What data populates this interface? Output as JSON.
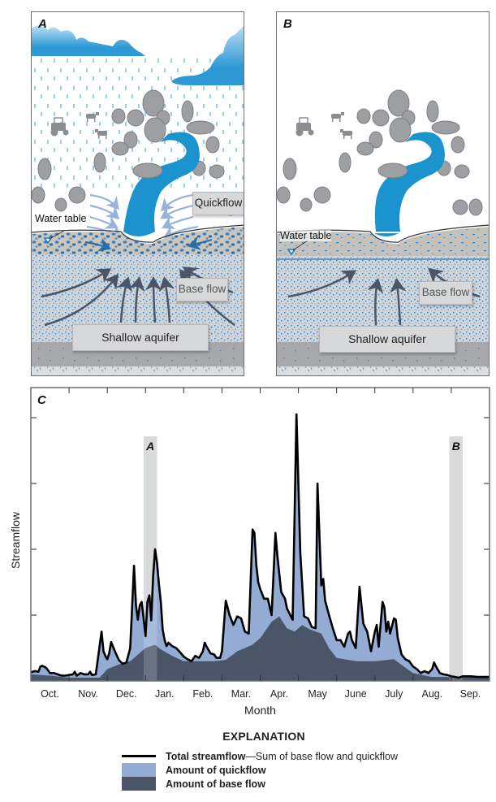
{
  "panels": {
    "A": {
      "letter": "A",
      "labels": {
        "water_table": "Water table",
        "quickflow": "Quickflow",
        "base_flow": "Base flow",
        "aquifer": "Shallow aquifer"
      },
      "rain": true
    },
    "B": {
      "letter": "B",
      "labels": {
        "water_table": "Water table",
        "base_flow": "Base flow",
        "aquifer": "Shallow aquifer"
      },
      "rain": false
    }
  },
  "colors": {
    "stream": "#1b93cf",
    "cloud": "#2d9ad6",
    "quickflow_fill": "#94acd4",
    "baseflow_fill": "#4a5568",
    "total_line": "#000000",
    "highlight_band": "#d1d3d4",
    "soil_top": "#c4c0ba",
    "aquifer": "#cfd3d6",
    "bedrock": "#a7a9ac",
    "tree": "#9d9fa2"
  },
  "chart_data": {
    "type": "area",
    "title": "",
    "panel_letter": "C",
    "xlabel": "Month",
    "ylabel": "Streamflow",
    "categories": [
      "Oct.",
      "Nov.",
      "Dec.",
      "Jan.",
      "Feb.",
      "Mar.",
      "Apr.",
      "May",
      "June",
      "July",
      "Aug.",
      "Sep."
    ],
    "ylim": [
      0,
      4.5
    ],
    "y_ticks_unlabeled": [
      1,
      2,
      3,
      4
    ],
    "grid": false,
    "highlight_bands": [
      {
        "label": "A",
        "x_start": 2.95,
        "x_end": 3.3
      },
      {
        "label": "B",
        "x_start": 10.95,
        "x_end": 11.3
      }
    ],
    "x_units": "months since Oct. 1",
    "series": [
      {
        "name": "Total streamflow",
        "style": "line",
        "points": [
          [
            0,
            0.13
          ],
          [
            0.1,
            0.15
          ],
          [
            0.2,
            0.14
          ],
          [
            0.25,
            0.22
          ],
          [
            0.3,
            0.23
          ],
          [
            0.4,
            0.2
          ],
          [
            0.5,
            0.12
          ],
          [
            0.6,
            0.12
          ],
          [
            0.7,
            0.1
          ],
          [
            0.8,
            0.08
          ],
          [
            0.9,
            0.08
          ],
          [
            1.0,
            0.09
          ],
          [
            1.1,
            0.1
          ],
          [
            1.15,
            0.14
          ],
          [
            1.2,
            0.08
          ],
          [
            1.3,
            0.12
          ],
          [
            1.4,
            0.1
          ],
          [
            1.5,
            0.1
          ],
          [
            1.55,
            0.14
          ],
          [
            1.6,
            0.09
          ],
          [
            1.7,
            0.1
          ],
          [
            1.85,
            0.75
          ],
          [
            1.9,
            0.45
          ],
          [
            1.95,
            0.38
          ],
          [
            2.0,
            0.33
          ],
          [
            2.05,
            0.42
          ],
          [
            2.1,
            0.59
          ],
          [
            2.2,
            0.45
          ],
          [
            2.3,
            0.32
          ],
          [
            2.4,
            0.26
          ],
          [
            2.5,
            0.28
          ],
          [
            2.6,
            0.5
          ],
          [
            2.7,
            1.75
          ],
          [
            2.75,
            1.15
          ],
          [
            2.8,
            0.93
          ],
          [
            2.85,
            1.15
          ],
          [
            2.9,
            1.2
          ],
          [
            2.95,
            0.95
          ],
          [
            3.0,
            0.68
          ],
          [
            3.05,
            1.2
          ],
          [
            3.1,
            1.3
          ],
          [
            3.15,
            0.92
          ],
          [
            3.2,
            1.6
          ],
          [
            3.25,
            2.0
          ],
          [
            3.3,
            1.8
          ],
          [
            3.35,
            1.48
          ],
          [
            3.4,
            1.2
          ],
          [
            3.45,
            0.78
          ],
          [
            3.5,
            0.62
          ],
          [
            3.55,
            0.53
          ],
          [
            3.6,
            0.58
          ],
          [
            3.7,
            0.53
          ],
          [
            3.8,
            0.5
          ],
          [
            3.9,
            0.44
          ],
          [
            4.0,
            0.37
          ],
          [
            4.1,
            0.33
          ],
          [
            4.2,
            0.3
          ],
          [
            4.3,
            0.38
          ],
          [
            4.4,
            0.35
          ],
          [
            4.5,
            0.45
          ],
          [
            4.55,
            0.58
          ],
          [
            4.6,
            0.52
          ],
          [
            4.7,
            0.42
          ],
          [
            4.8,
            0.4
          ],
          [
            4.85,
            0.35
          ],
          [
            4.95,
            0.35
          ],
          [
            5.0,
            0.45
          ],
          [
            5.1,
            1.22
          ],
          [
            5.2,
            1.0
          ],
          [
            5.3,
            0.85
          ],
          [
            5.4,
            0.98
          ],
          [
            5.5,
            0.95
          ],
          [
            5.6,
            0.75
          ],
          [
            5.7,
            0.72
          ],
          [
            5.8,
            2.3
          ],
          [
            5.85,
            2.25
          ],
          [
            5.9,
            1.75
          ],
          [
            5.95,
            1.5
          ],
          [
            6.0,
            1.4
          ],
          [
            6.1,
            1.25
          ],
          [
            6.2,
            1.25
          ],
          [
            6.3,
            1.0
          ],
          [
            6.4,
            2.25
          ],
          [
            6.45,
            1.9
          ],
          [
            6.55,
            1.35
          ],
          [
            6.65,
            1.25
          ],
          [
            6.7,
            1.1
          ],
          [
            6.85,
            0.93
          ],
          [
            6.95,
            4.05
          ],
          [
            7.05,
            1.95
          ],
          [
            7.15,
            0.98
          ],
          [
            7.25,
            0.95
          ],
          [
            7.35,
            0.82
          ],
          [
            7.45,
            0.8
          ],
          [
            7.5,
            3.0
          ],
          [
            7.6,
            1.45
          ],
          [
            7.65,
            1.55
          ],
          [
            7.7,
            1.22
          ],
          [
            7.8,
            1.0
          ],
          [
            7.9,
            0.8
          ],
          [
            8.0,
            0.62
          ],
          [
            8.1,
            0.62
          ],
          [
            8.2,
            0.52
          ],
          [
            8.3,
            0.72
          ],
          [
            8.35,
            0.75
          ],
          [
            8.4,
            0.62
          ],
          [
            8.5,
            0.5
          ],
          [
            8.6,
            1.43
          ],
          [
            8.7,
            0.87
          ],
          [
            8.8,
            0.75
          ],
          [
            8.85,
            0.6
          ],
          [
            8.9,
            0.45
          ],
          [
            9.0,
            0.75
          ],
          [
            9.05,
            0.85
          ],
          [
            9.1,
            0.52
          ],
          [
            9.2,
            1.2
          ],
          [
            9.25,
            1.12
          ],
          [
            9.3,
            0.75
          ],
          [
            9.35,
            0.9
          ],
          [
            9.4,
            0.72
          ],
          [
            9.5,
            0.95
          ],
          [
            9.55,
            0.93
          ],
          [
            9.6,
            0.65
          ],
          [
            9.7,
            0.4
          ],
          [
            9.8,
            0.33
          ],
          [
            9.9,
            0.3
          ],
          [
            10.0,
            0.22
          ],
          [
            10.1,
            0.18
          ],
          [
            10.2,
            0.12
          ],
          [
            10.3,
            0.15
          ],
          [
            10.4,
            0.12
          ],
          [
            10.5,
            0.18
          ],
          [
            10.55,
            0.28
          ],
          [
            10.6,
            0.22
          ],
          [
            10.7,
            0.12
          ],
          [
            10.8,
            0.1
          ],
          [
            10.9,
            0.09
          ],
          [
            11.0,
            0.07
          ],
          [
            11.1,
            0.06
          ],
          [
            11.2,
            0.05
          ],
          [
            11.3,
            0.07
          ],
          [
            11.5,
            0.07
          ],
          [
            11.7,
            0.06
          ],
          [
            12.0,
            0.06
          ]
        ]
      },
      {
        "name": "Amount of base flow",
        "style": "area",
        "points": [
          [
            0,
            0.1
          ],
          [
            0.5,
            0.08
          ],
          [
            1.0,
            0.05
          ],
          [
            1.5,
            0.05
          ],
          [
            1.8,
            0.05
          ],
          [
            2.0,
            0.18
          ],
          [
            2.3,
            0.25
          ],
          [
            2.6,
            0.3
          ],
          [
            2.8,
            0.4
          ],
          [
            3.0,
            0.5
          ],
          [
            3.25,
            0.55
          ],
          [
            3.4,
            0.48
          ],
          [
            3.7,
            0.38
          ],
          [
            4.0,
            0.3
          ],
          [
            4.4,
            0.3
          ],
          [
            4.8,
            0.3
          ],
          [
            5.1,
            0.32
          ],
          [
            5.4,
            0.45
          ],
          [
            5.8,
            0.55
          ],
          [
            6.0,
            0.65
          ],
          [
            6.3,
            0.9
          ],
          [
            6.5,
            0.98
          ],
          [
            6.7,
            0.8
          ],
          [
            6.9,
            0.75
          ],
          [
            7.1,
            0.85
          ],
          [
            7.3,
            0.78
          ],
          [
            7.6,
            0.72
          ],
          [
            7.8,
            0.5
          ],
          [
            8.0,
            0.35
          ],
          [
            8.5,
            0.3
          ],
          [
            9.0,
            0.3
          ],
          [
            9.5,
            0.33
          ],
          [
            9.8,
            0.2
          ],
          [
            10.0,
            0.12
          ],
          [
            10.5,
            0.06
          ],
          [
            11.0,
            0.06
          ],
          [
            12.0,
            0.06
          ]
        ]
      },
      {
        "name": "Amount of quickflow",
        "style": "area_between",
        "description": "Area between base flow and total streamflow"
      }
    ]
  },
  "legend": {
    "title": "EXPLANATION",
    "items": [
      {
        "symbol": "line",
        "label_bold": "Total streamflow",
        "label_rest": "—Sum of base flow and quickflow"
      },
      {
        "symbol": "quickflow-swatch",
        "label_bold": "Amount of quickflow",
        "label_rest": ""
      },
      {
        "symbol": "baseflow-swatch",
        "label_bold": "Amount of base flow",
        "label_rest": ""
      }
    ]
  }
}
